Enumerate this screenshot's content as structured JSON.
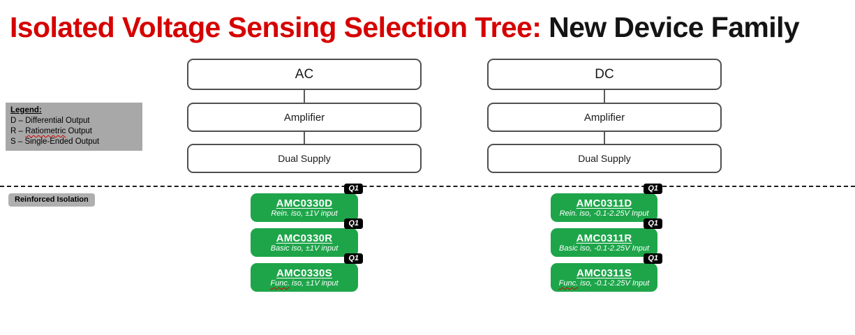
{
  "title": {
    "red_part": "Isolated Voltage Sensing Selection Tree:",
    "black_part": "New Device Family"
  },
  "legend": {
    "title": "Legend:",
    "items": [
      {
        "pre": "D – Differential Output",
        "squiggle": "",
        "post": ""
      },
      {
        "pre": "R – ",
        "squiggle": "Ratiometric",
        "post": " Output"
      },
      {
        "pre": "S – Single-Ended Output",
        "squiggle": "",
        "post": ""
      }
    ]
  },
  "divider": {
    "label": "Reinforced Isolation"
  },
  "columns": [
    {
      "root": "AC",
      "level2": "Amplifier",
      "level3": "Dual Supply",
      "products": [
        {
          "name": "AMC0330D",
          "badge": "Q1",
          "sub_pre": "Rein. iso, ±1V input",
          "sub_squiggle": "",
          "sub_post": ""
        },
        {
          "name": "AMC0330R",
          "badge": "Q1",
          "sub_pre": "Basic iso, ±1V input",
          "sub_squiggle": "",
          "sub_post": ""
        },
        {
          "name": "AMC0330S",
          "badge": "Q1",
          "sub_pre": "",
          "sub_squiggle": "Func.",
          "sub_post": " iso, ±1V input"
        }
      ]
    },
    {
      "root": "DC",
      "level2": "Amplifier",
      "level3": "Dual Supply",
      "products": [
        {
          "name": "AMC0311D",
          "badge": "Q1",
          "sub_pre": "Rein. iso, -0.1-2.25V Input",
          "sub_squiggle": "",
          "sub_post": ""
        },
        {
          "name": "AMC0311R",
          "badge": "Q1",
          "sub_pre": "Basic iso, -0.1-2.25V Input",
          "sub_squiggle": "",
          "sub_post": ""
        },
        {
          "name": "AMC0311S",
          "badge": "Q1",
          "sub_pre": "",
          "sub_squiggle": "Func.",
          "sub_post": " iso, -0.1-2.25V Input"
        }
      ]
    }
  ],
  "colors": {
    "title_red": "#d50000",
    "title_black": "#141414",
    "product_green": "#1ea54a",
    "legend_bg": "#a8a8a8",
    "chip_bg": "#afafaf",
    "tree_box_border": "#4f4f4f",
    "badge_bg": "#000000",
    "squiggle_red": "#d00000"
  }
}
